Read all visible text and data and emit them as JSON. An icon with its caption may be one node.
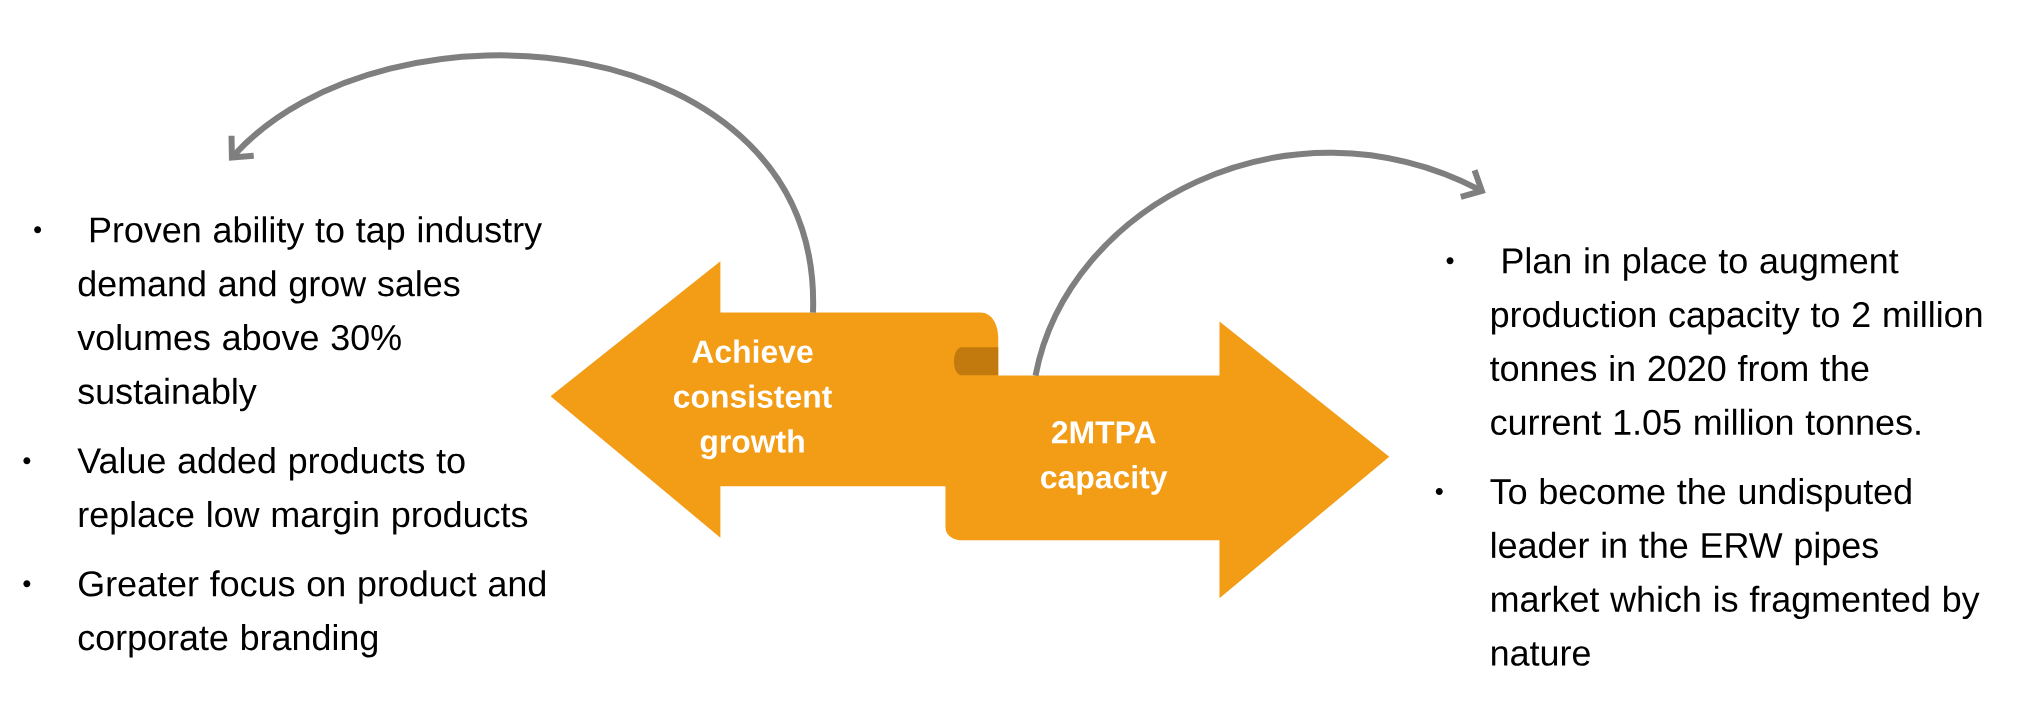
{
  "diagram": {
    "nodes": [
      {
        "text": [
          "Achieve consistent growth"
        ]
      },
      {
        "text": [
          "2MTPA capacity"
        ]
      },
      {
        "text": [
          "Proven ability to  tap industry demand and grow sales volumes above 30% sustainably",
          "Value added products  to replace low margin products",
          "Greater focus on product and corporate branding"
        ]
      },
      {
        "text": [
          "Plan in place to augment production capacity to 2 million tonnes in 2020 from the current 1.05 million tonnes.",
          "To become the undisputed leader in the ERW pipes market which is fragmented by nature"
        ]
      }
    ],
    "edges": [
      {
        "from": 0,
        "to": 2,
        "arrow": "to"
      },
      {
        "from": 1,
        "to": 3,
        "arrow": "to"
      }
    ]
  }
}
